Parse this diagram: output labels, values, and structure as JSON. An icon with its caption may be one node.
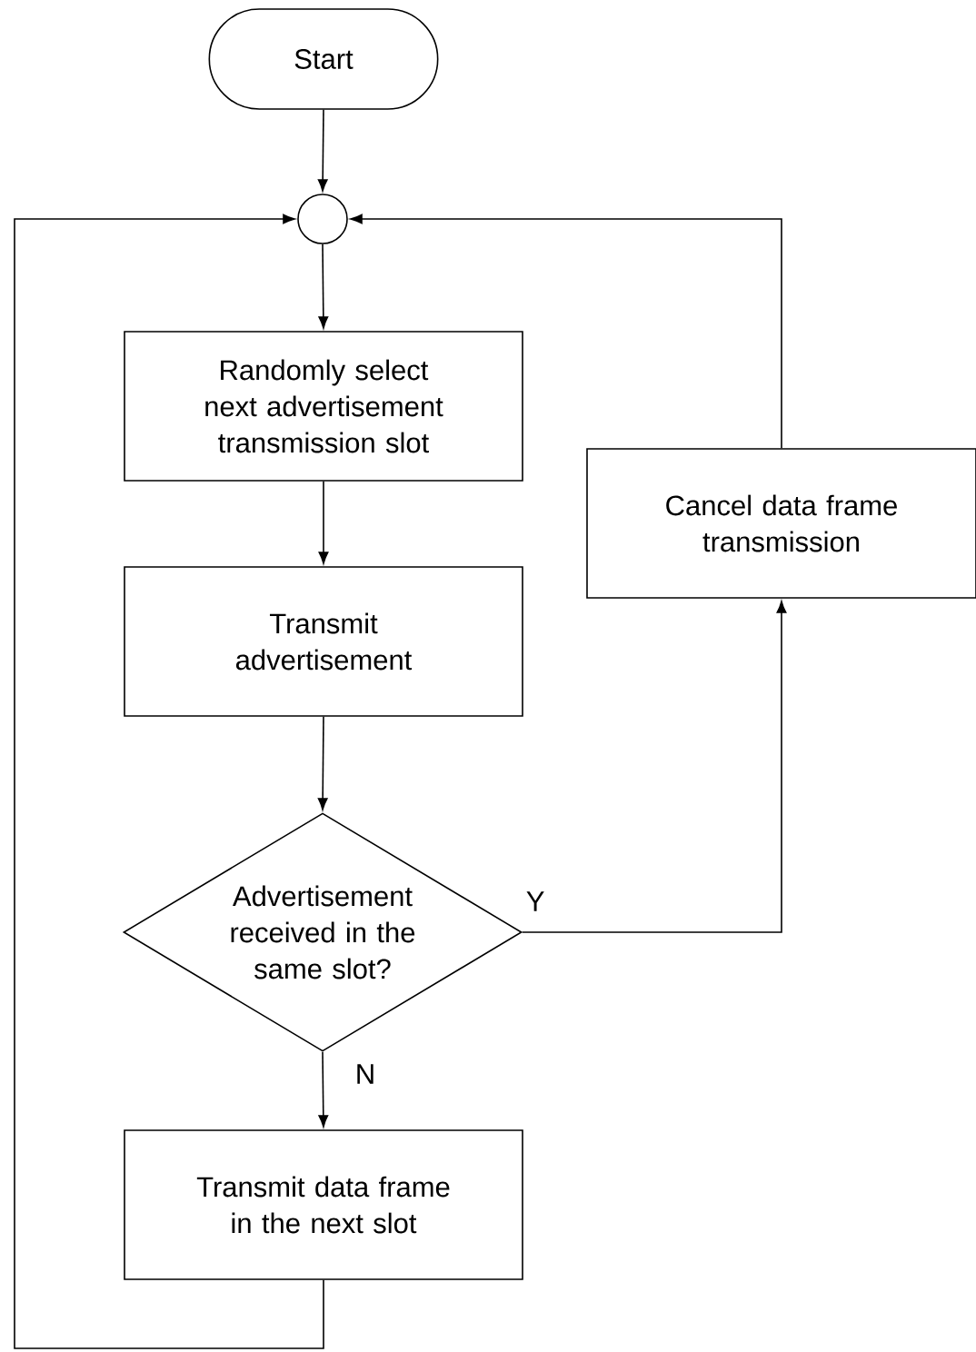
{
  "diagram": {
    "nodes": [
      {
        "text": [
          "Start"
        ]
      },
      {
        "text": [],
        "shape": "circle"
      },
      {
        "text": [
          "Randomly select next advertisement transmission slot"
        ]
      },
      {
        "text": [
          "Transmit advertisement"
        ]
      },
      {
        "text": [
          "Advertisement received in the same slot?"
        ]
      },
      {
        "text": [
          "Transmit data frame in the next slot"
        ]
      },
      {
        "text": [
          "Cancel data frame transmission"
        ]
      }
    ],
    "edges": [
      {
        "from": 0,
        "to": 1,
        "arrow": "to"
      },
      {
        "from": 1,
        "to": 2,
        "arrow": "to"
      },
      {
        "from": 2,
        "to": 3,
        "arrow": "to"
      },
      {
        "from": 3,
        "to": 4,
        "arrow": "to"
      },
      {
        "from": 4,
        "to": 6,
        "arrow": "to",
        "label": "Y"
      },
      {
        "from": 4,
        "to": 5,
        "arrow": "to",
        "label": "N"
      },
      {
        "from": 6,
        "to": 1,
        "arrow": "to"
      },
      {
        "from": 5,
        "to": 1,
        "arrow": "to"
      }
    ]
  }
}
